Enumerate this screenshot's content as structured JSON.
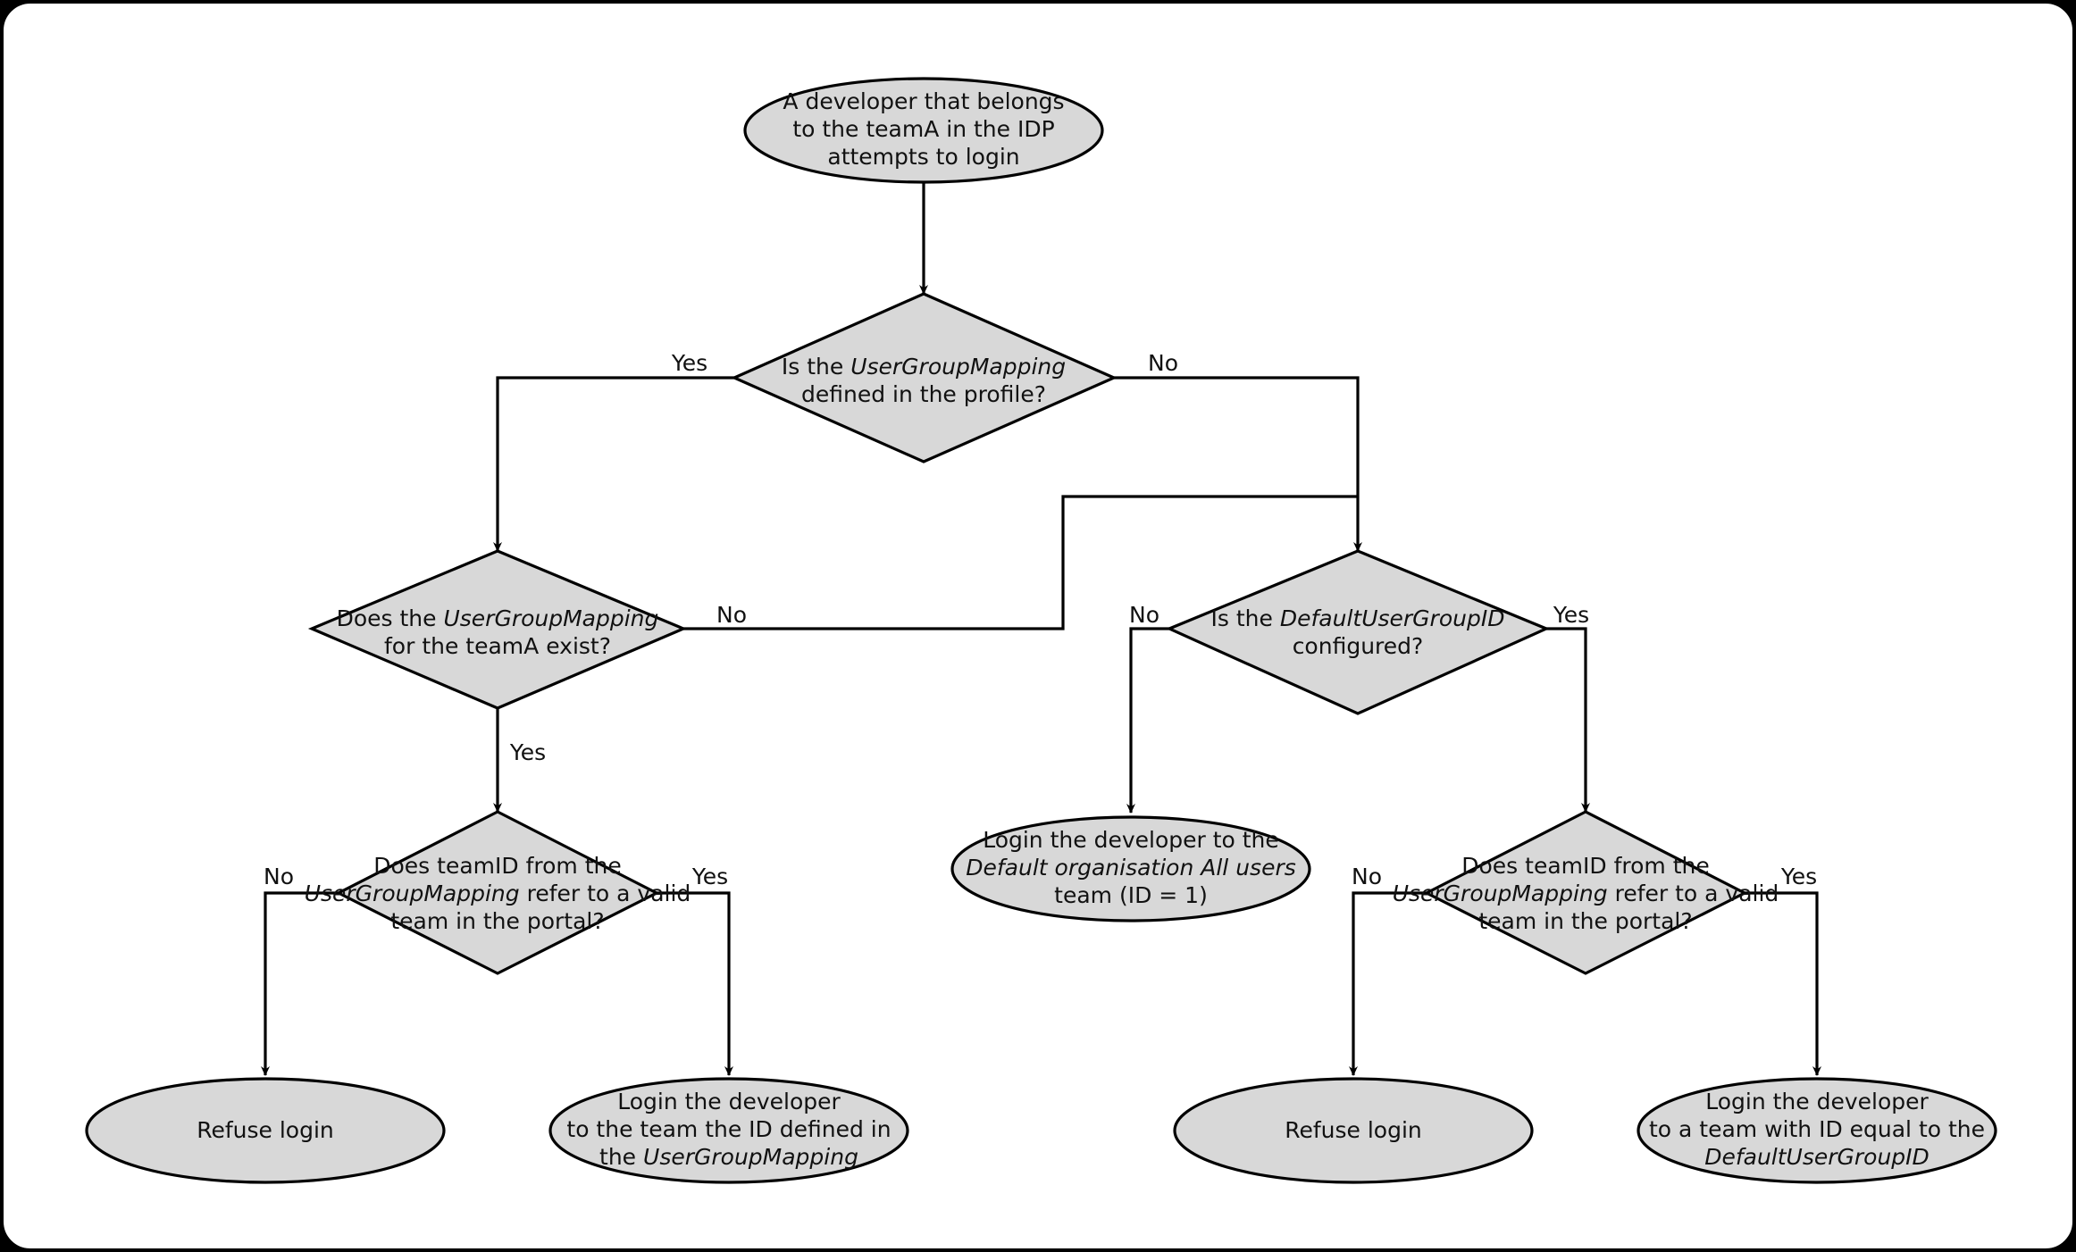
{
  "diagram": {
    "title": "IDP team mapping login decision flow",
    "background_color": "#ffffff",
    "outer_color": "#000000",
    "node_fill": "#d8d8d8",
    "node_stroke": "#000000",
    "nodes": [
      {
        "id": "start",
        "type": "ellipse",
        "lines": [
          [
            {
              "t": "A developer that belongs",
              "i": false
            }
          ],
          [
            {
              "t": "to the teamA in the IDP",
              "i": false
            }
          ],
          [
            {
              "t": "attempts to login",
              "i": false
            }
          ]
        ]
      },
      {
        "id": "d1",
        "type": "diamond",
        "lines": [
          [
            {
              "t": "Is the ",
              "i": false
            },
            {
              "t": "UserGroupMapping",
              "i": true
            }
          ],
          [
            {
              "t": "defined in the profile?",
              "i": false
            }
          ]
        ]
      },
      {
        "id": "d2",
        "type": "diamond",
        "lines": [
          [
            {
              "t": "Does the ",
              "i": false
            },
            {
              "t": "UserGroupMapping",
              "i": true
            }
          ],
          [
            {
              "t": "for the teamA exist?",
              "i": false
            }
          ]
        ]
      },
      {
        "id": "d3",
        "type": "diamond",
        "lines": [
          [
            {
              "t": "Is the ",
              "i": false
            },
            {
              "t": "DefaultUserGroupID",
              "i": true
            }
          ],
          [
            {
              "t": "configured?",
              "i": false
            }
          ]
        ]
      },
      {
        "id": "d4",
        "type": "diamond",
        "lines": [
          [
            {
              "t": "Does teamID from the",
              "i": false
            }
          ],
          [
            {
              "t": "UserGroupMapping",
              "i": true
            },
            {
              "t": " refer to a valid",
              "i": false
            }
          ],
          [
            {
              "t": "team in the portal?",
              "i": false
            }
          ]
        ]
      },
      {
        "id": "d5",
        "type": "diamond",
        "lines": [
          [
            {
              "t": "Does teamID from the",
              "i": false
            }
          ],
          [
            {
              "t": "UserGroupMapping",
              "i": true
            },
            {
              "t": " refer to a valid",
              "i": false
            }
          ],
          [
            {
              "t": "team in the portal?",
              "i": false
            }
          ]
        ]
      },
      {
        "id": "e_default",
        "type": "ellipse",
        "lines": [
          [
            {
              "t": "Login the developer to the",
              "i": false
            }
          ],
          [
            {
              "t": "Default organisation All users",
              "i": true
            }
          ],
          [
            {
              "t": "team (ID = 1)",
              "i": false
            }
          ]
        ]
      },
      {
        "id": "e_refuse_left",
        "type": "ellipse",
        "lines": [
          [
            {
              "t": "Refuse login",
              "i": false
            }
          ]
        ]
      },
      {
        "id": "e_login_ugm",
        "type": "ellipse",
        "lines": [
          [
            {
              "t": "Login the developer",
              "i": false
            }
          ],
          [
            {
              "t": "to the team the ID defined in",
              "i": false
            }
          ],
          [
            {
              "t": "the ",
              "i": false
            },
            {
              "t": "UserGroupMapping",
              "i": true
            }
          ]
        ]
      },
      {
        "id": "e_refuse_right",
        "type": "ellipse",
        "lines": [
          [
            {
              "t": "Refuse login",
              "i": false
            }
          ]
        ]
      },
      {
        "id": "e_login_default",
        "type": "ellipse",
        "lines": [
          [
            {
              "t": "Login the developer",
              "i": false
            }
          ],
          [
            {
              "t": "to a team with ID equal to the",
              "i": false
            }
          ],
          [
            {
              "t": "DefaultUserGroupID",
              "i": true
            }
          ]
        ]
      }
    ],
    "edge_labels": [
      {
        "id": "d1-yes",
        "text": "Yes"
      },
      {
        "id": "d1-no",
        "text": "No"
      },
      {
        "id": "d2-no",
        "text": "No"
      },
      {
        "id": "d2-yes",
        "text": "Yes"
      },
      {
        "id": "d3-no",
        "text": "No"
      },
      {
        "id": "d3-yes",
        "text": "Yes"
      },
      {
        "id": "d4-no",
        "text": "No"
      },
      {
        "id": "d4-yes",
        "text": "Yes"
      },
      {
        "id": "d5-no",
        "text": "No"
      },
      {
        "id": "d5-yes",
        "text": "Yes"
      }
    ]
  }
}
